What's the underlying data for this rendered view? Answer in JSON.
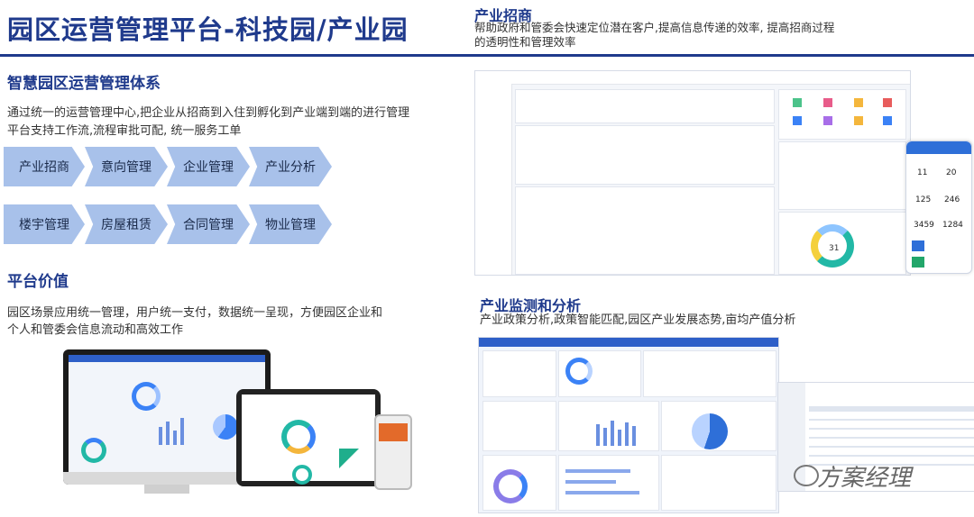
{
  "header": {
    "title": "园区运营管理平台-科技园/产业园"
  },
  "left": {
    "section1": {
      "title": "智慧园区运营管理体系",
      "desc1": "通过统一的运营管理中心,把企业从招商到入住到孵化到产业端到端的进行管理",
      "desc2": "平台支持工作流,流程审批可配, 统一服务工单",
      "flow_row1": [
        "产业招商",
        "意向管理",
        "企业管理",
        "产业分析"
      ],
      "flow_row2": [
        "楼宇管理",
        "房屋租赁",
        "合同管理",
        "物业管理"
      ]
    },
    "section2": {
      "title": "平台价值",
      "desc1": "园区场景应用统一管理，用户统一支付，数据统一呈现，方便园区企业和",
      "desc2": "个人和管委会信息流动和高效工作"
    }
  },
  "right": {
    "recruit": {
      "title": "产业招商",
      "desc1": "帮助政府和管委会快速定位潜在客户,提高信息传递的效率, 提高招商过程",
      "desc2": "的透明性和管理效率"
    },
    "monitor": {
      "title": "产业监测和分析",
      "desc": "产业政策分析,政策智能匹配,园区产业发展态势,亩均产值分析"
    },
    "phone_stats": [
      "11",
      "20",
      "125",
      "246",
      "3459",
      "1284"
    ],
    "donut_center": "31"
  },
  "watermark": "方案经理",
  "colors": {
    "brand": "#1f3a8c",
    "arrow": "#a8c1ea",
    "accent": "#3b82f6"
  }
}
